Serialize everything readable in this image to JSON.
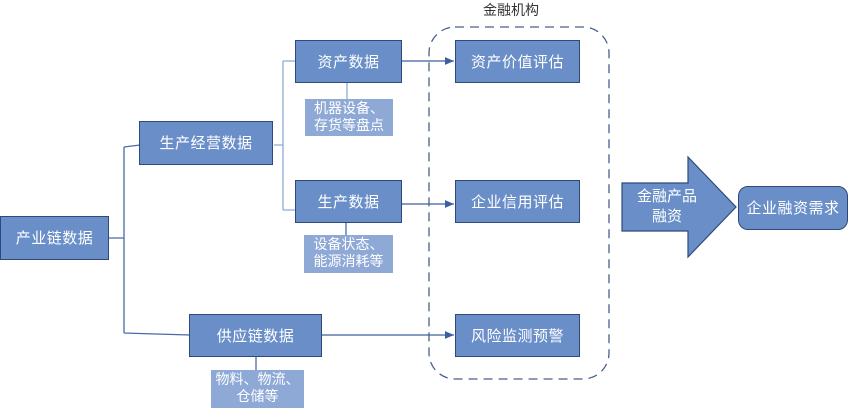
{
  "diagram": {
    "group_label": "金融机构",
    "nodes": {
      "industry_chain_data": "产业链数据",
      "production_operation_data": "生产经营数据",
      "asset_data": "资产数据",
      "production_data": "生产数据",
      "supply_chain_data": "供应链数据",
      "asset_value_assessment": "资产价值评估",
      "enterprise_credit_assessment": "企业信用评估",
      "risk_monitoring_warning": "风险监测预警",
      "financial_product_financing": "金融产品\n融资",
      "enterprise_financing_demand": "企业融资需求"
    },
    "notes": {
      "asset_data_note": "机器设备、\n存货等盘点",
      "production_data_note": "设备状态、\n能源消耗等",
      "supply_chain_note": "物料、物流、\n仓储等"
    },
    "colors": {
      "box_fill": "#6a8fc8",
      "box_border": "#2e4a7a",
      "note_fill": "#8fa9d6",
      "line": "#4a6aa8",
      "dashed_group": "#4a5f8a"
    }
  }
}
